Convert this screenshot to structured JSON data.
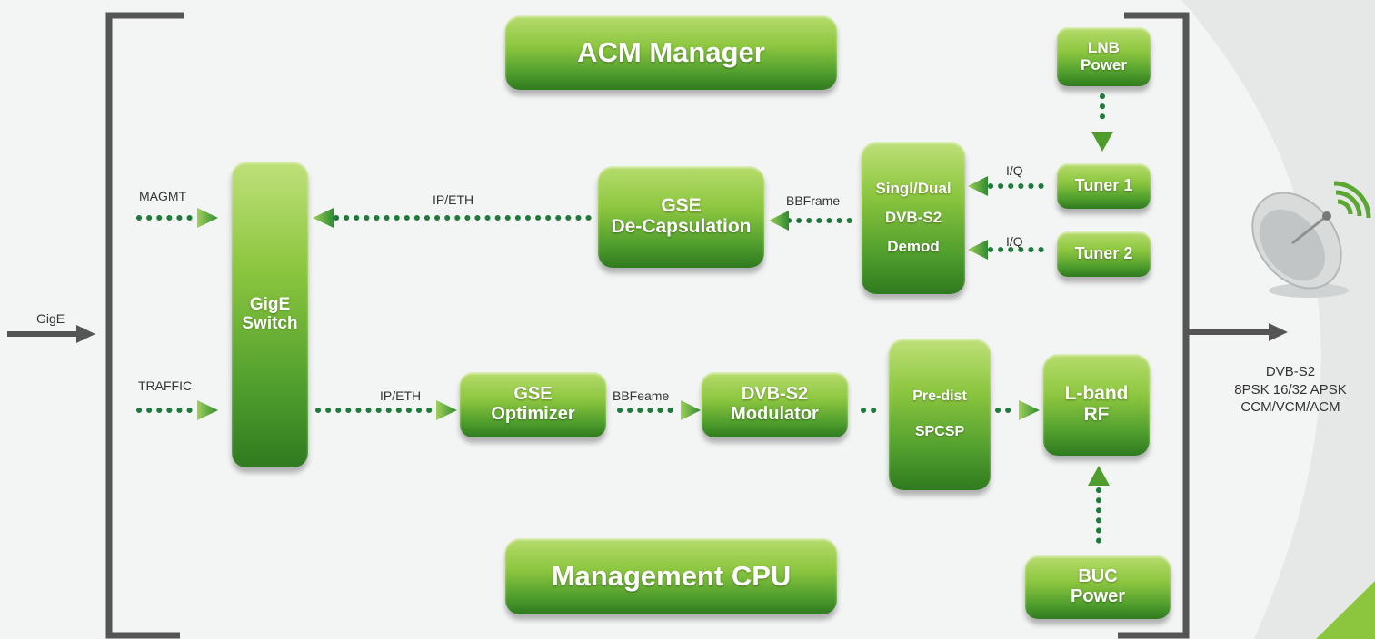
{
  "blocks": {
    "acm_manager": "ACM Manager",
    "management_cpu": "Management CPU",
    "gige_switch": [
      "GigE",
      "Switch"
    ],
    "gse_decap": [
      "GSE",
      "De-Capsulation"
    ],
    "demod": [
      "Singl/Dual",
      "DVB-S2",
      "Demod"
    ],
    "tuner1": "Tuner 1",
    "tuner2": "Tuner 2",
    "lnb_power": [
      "LNB",
      "Power"
    ],
    "gse_optimizer": [
      "GSE",
      "Optimizer"
    ],
    "modulator": [
      "DVB-S2",
      "Modulator"
    ],
    "predist": [
      "Pre-dist",
      "SPCSP"
    ],
    "lband_rf": [
      "L-band",
      "RF"
    ],
    "buc_power": [
      "BUC",
      "Power"
    ]
  },
  "labels": {
    "gige": "GigE",
    "magmt": "MAGMT",
    "traffic": "TRAFFIC",
    "ip_eth_top": "IP/ETH",
    "ip_eth_bottom": "IP/ETH",
    "bbframe": "BBFrame",
    "bbfeame": "BBFeame",
    "iq1": "I/Q",
    "iq2": "I/Q"
  },
  "output": {
    "line1": "DVB-S2",
    "line2": "8PSK 16/32 APSK",
    "line3": "CCM/VCM/ACM"
  },
  "colors": {
    "accent_green": "#8cc63f",
    "dark_green": "#2f7a1f",
    "dot_green": "#1f7a3c",
    "frame_gray": "#555555"
  },
  "icons": {
    "satellite": "satellite-dish-icon"
  }
}
